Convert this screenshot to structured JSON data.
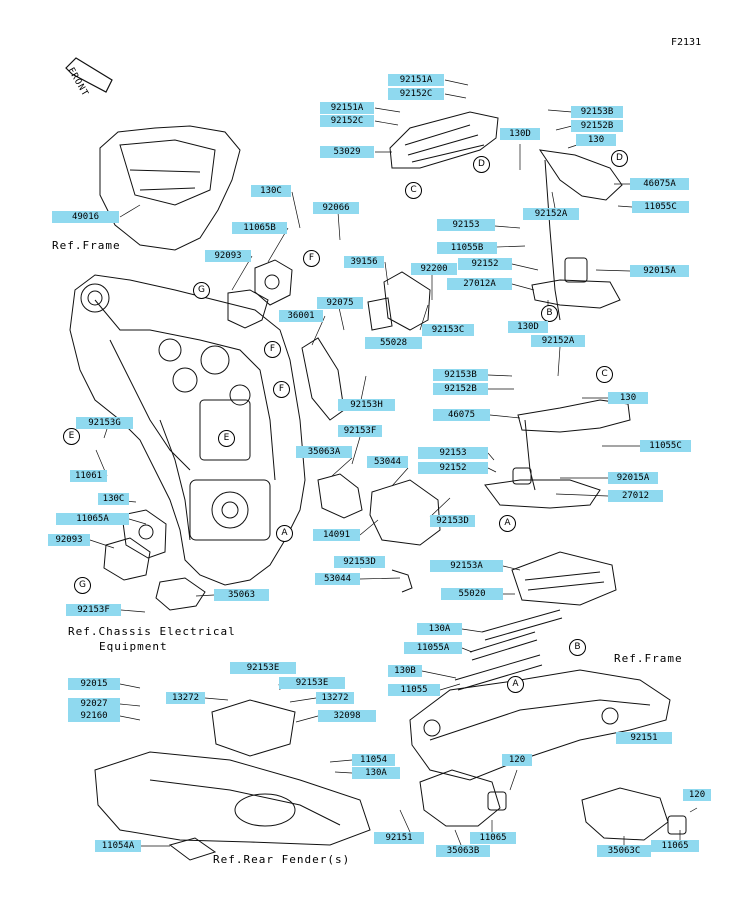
{
  "diagram_code": "F2131",
  "front_label": "FRONT",
  "refs": [
    "Ref.Frame",
    "Ref.Chassis Electrical",
    "Equipment",
    "Ref.Frame",
    "Ref.Rear Fender(s)"
  ],
  "markers": [
    "A",
    "A",
    "A",
    "B",
    "B",
    "C",
    "C",
    "D",
    "D",
    "E",
    "E",
    "F",
    "F",
    "F",
    "G",
    "G"
  ],
  "labels": [
    "92151A",
    "92152C",
    "92151A",
    "92152C",
    "53029",
    "130C",
    "11065B",
    "92066",
    "49016",
    "92093",
    "39156",
    "92200",
    "92075",
    "36001",
    "55028",
    "92153C",
    "92153H",
    "92153B",
    "92152B",
    "130D",
    "130",
    "46075A",
    "92152A",
    "11055C",
    "92153",
    "11055B",
    "92152",
    "92015A",
    "27012A",
    "130D",
    "92152A",
    "92153B",
    "92152B",
    "130",
    "46075",
    "11055C",
    "92153G",
    "11061",
    "92153F",
    "35063A",
    "53044",
    "92153",
    "92152",
    "92015A",
    "27012",
    "130C",
    "11065A",
    "14091",
    "92153D",
    "92093",
    "92153D",
    "53044",
    "92153A",
    "55020",
    "35063",
    "92153F",
    "130A",
    "11055A",
    "130B",
    "11055",
    "92015",
    "92153E",
    "92153E",
    "13272",
    "13272",
    "92027",
    "32098",
    "92160",
    "11054",
    "130A",
    "92151",
    "120",
    "120",
    "11054A",
    "92151",
    "11065",
    "35063B",
    "35063C",
    "11065"
  ]
}
